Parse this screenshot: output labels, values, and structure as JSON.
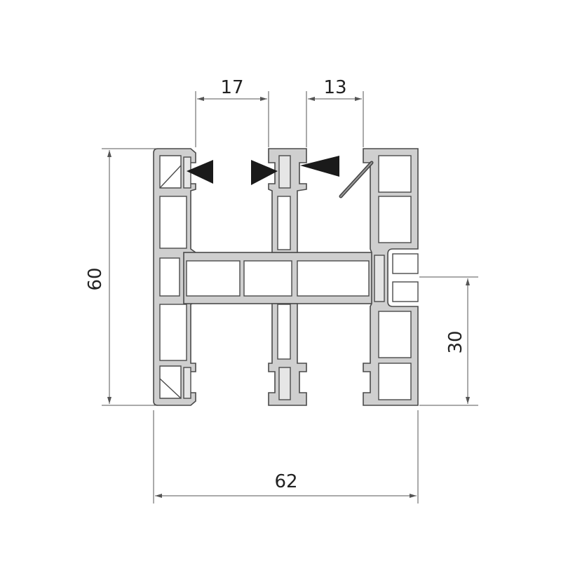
{
  "dimensions": {
    "width": "62",
    "height": "60",
    "inner_height": "30",
    "gap_left": "17",
    "gap_right": "13"
  }
}
